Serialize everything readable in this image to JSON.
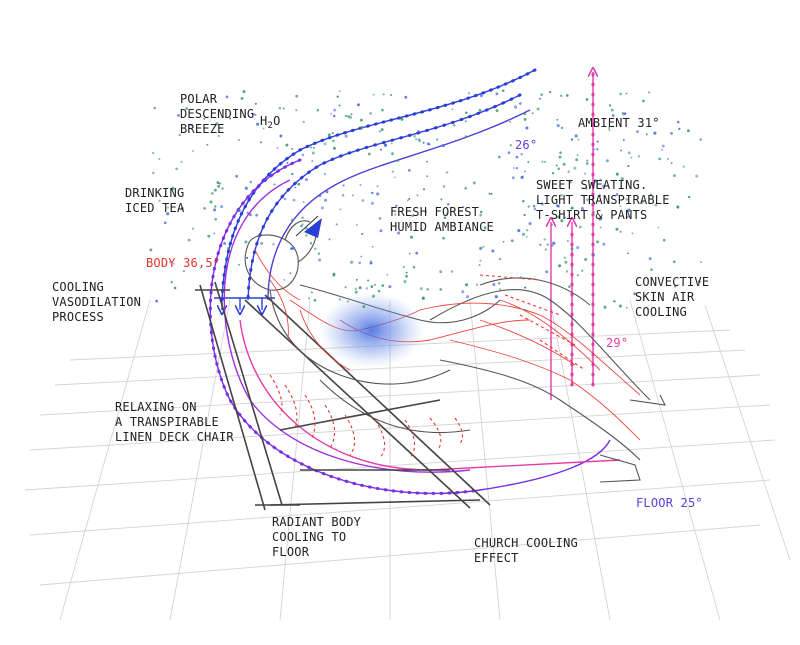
{
  "colors": {
    "blue": "#2b3fd6",
    "violet": "#7a2fe6",
    "magenta": "#e33ca8",
    "red": "#e8342c",
    "dots_blue": "#4a6fd8",
    "dots_green": "#3a9a6a",
    "sketch": "#555555",
    "grid": "#cfcfcf"
  },
  "labels": {
    "polar": "POLAR\nDESCENDING\nBREEZE",
    "h2o_main": "H",
    "h2o_sub": "2",
    "h2o_end": "O",
    "drinking": "DRINKING\nICED TEA",
    "body_temp": "BODY 36,5°",
    "cooling": "COOLING\nVASODILATION\nPROCESS",
    "relaxing": "RELAXING ON\nA TRANSPIRABLE\nLINEN DECK CHAIR",
    "radiant": "RADIANT BODY\nCOOLING TO\nFLOOR",
    "church": "CHURCH COOLING\nEFFECT",
    "fresh": "FRESH FOREST\nHUMID AMBIANCE",
    "ambient": "AMBIENT 31°",
    "t26": "26°",
    "sweet": "SWEET SWEATING.\nLIGHT TRANSPIRABLE\nT-SHIRT & PANTS",
    "convective": "CONVECTIVE\nSKIN AIR\nCOOLING",
    "t29": "29°",
    "floor": "FLOOR 25°"
  }
}
